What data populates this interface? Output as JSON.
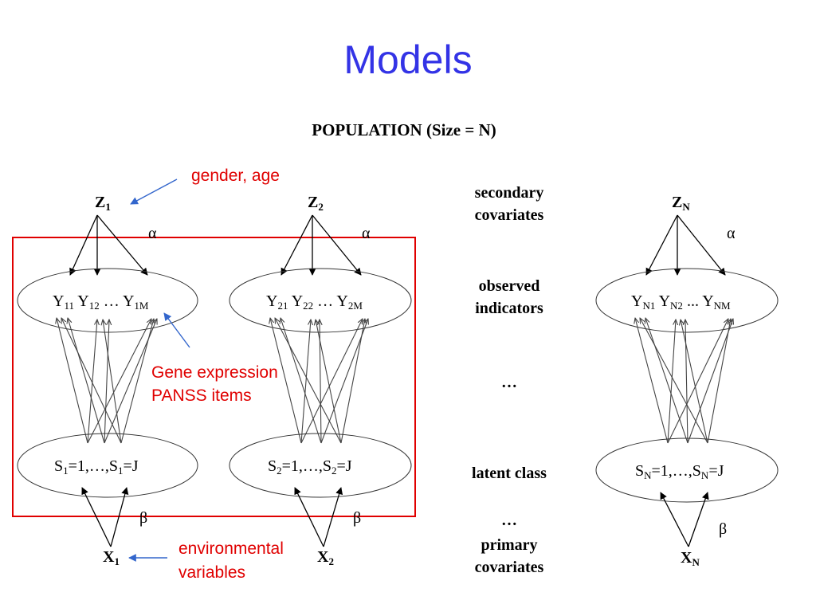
{
  "title": "Models",
  "population_label": "POPULATION (Size = N)",
  "side_labels": {
    "secondary_1": "secondary",
    "secondary_2": "covariates",
    "observed_1": "observed",
    "observed_2": "indicators",
    "dots_1": "…",
    "latent": "latent class",
    "dots_2": "…",
    "primary_1": "primary",
    "primary_2": "covariates"
  },
  "greek": {
    "alpha": "α",
    "beta": "β"
  },
  "annotations": {
    "gender_age": "gender, age",
    "gene_1": "Gene expression",
    "gene_2": "PANSS items",
    "env_1": "environmental",
    "env_2": "variables"
  },
  "models": [
    {
      "z": "Z",
      "z_sub": "1",
      "x": "X",
      "x_sub": "1",
      "y": [
        {
          "t": "Y",
          "s": "11"
        },
        {
          "t": " Y",
          "s": "12"
        },
        {
          "t": " … Y",
          "s": "1M"
        }
      ],
      "s": [
        {
          "t": "S",
          "s": "1"
        },
        {
          "t": "=1,…,S",
          "s": "1"
        },
        {
          "t": "=J",
          "s": ""
        }
      ]
    },
    {
      "z": "Z",
      "z_sub": "2",
      "x": "X",
      "x_sub": "2",
      "y": [
        {
          "t": "Y",
          "s": "21"
        },
        {
          "t": " Y",
          "s": "22"
        },
        {
          "t": " … Y",
          "s": "2M"
        }
      ],
      "s": [
        {
          "t": "S",
          "s": "2"
        },
        {
          "t": "=1,…,S",
          "s": "2"
        },
        {
          "t": "=J",
          "s": ""
        }
      ]
    },
    {
      "z": "Z",
      "z_sub": "N",
      "x": "X",
      "x_sub": "N",
      "y": [
        {
          "t": "Y",
          "s": "N1"
        },
        {
          "t": " Y",
          "s": "N2"
        },
        {
          "t": " ... Y",
          "s": "NM"
        }
      ],
      "s": [
        {
          "t": "S",
          "s": "N"
        },
        {
          "t": "=1,…,S",
          "s": "N"
        },
        {
          "t": "=J",
          "s": ""
        }
      ]
    }
  ]
}
